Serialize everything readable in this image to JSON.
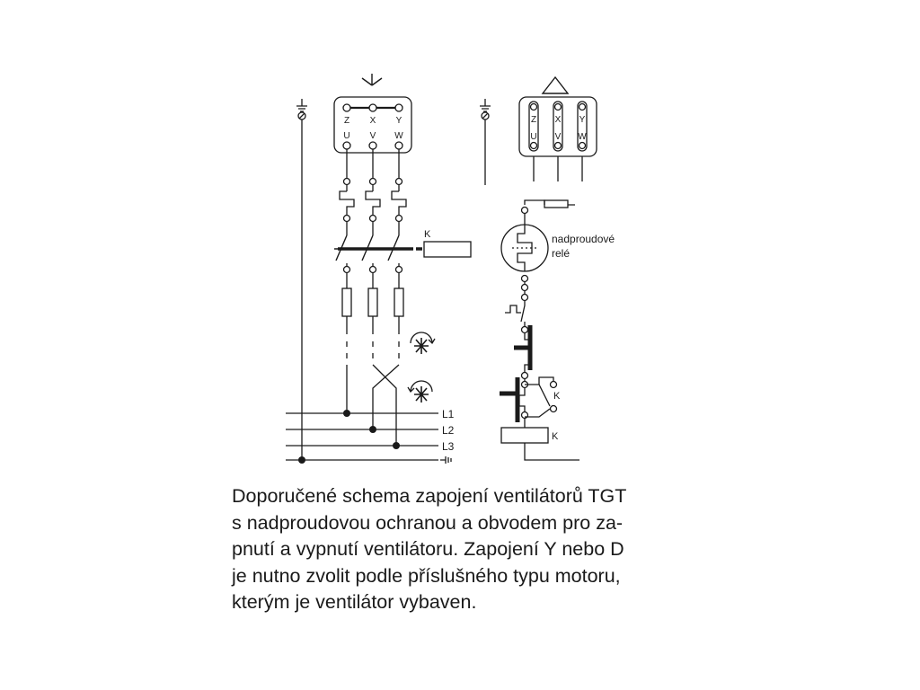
{
  "diagram": {
    "star_symbol": "Y",
    "delta_symbol": "△",
    "terminals_top": [
      "Z",
      "X",
      "Y"
    ],
    "terminals_bottom": [
      "U",
      "V",
      "W"
    ],
    "contactor_coil_label": "K",
    "relay_label_line1": "nadproudové",
    "relay_label_line2": "relé",
    "aux_contact_label": "K",
    "coil_label": "K",
    "lines": [
      "L1",
      "L2",
      "L3"
    ],
    "icons": [
      "ground-icon",
      "fan-rotation-icon"
    ]
  },
  "caption": {
    "lines": [
      "Doporučené schema zapojení ventilátorů TGT",
      "s nadproudovou ochranou a obvodem pro za-",
      "pnutí a vypnutí ventilátoru. Zapojení Y nebo D",
      "je nutno zvolit podle příslušného typu motoru,",
      "kterým je ventilátor vybaven."
    ]
  }
}
